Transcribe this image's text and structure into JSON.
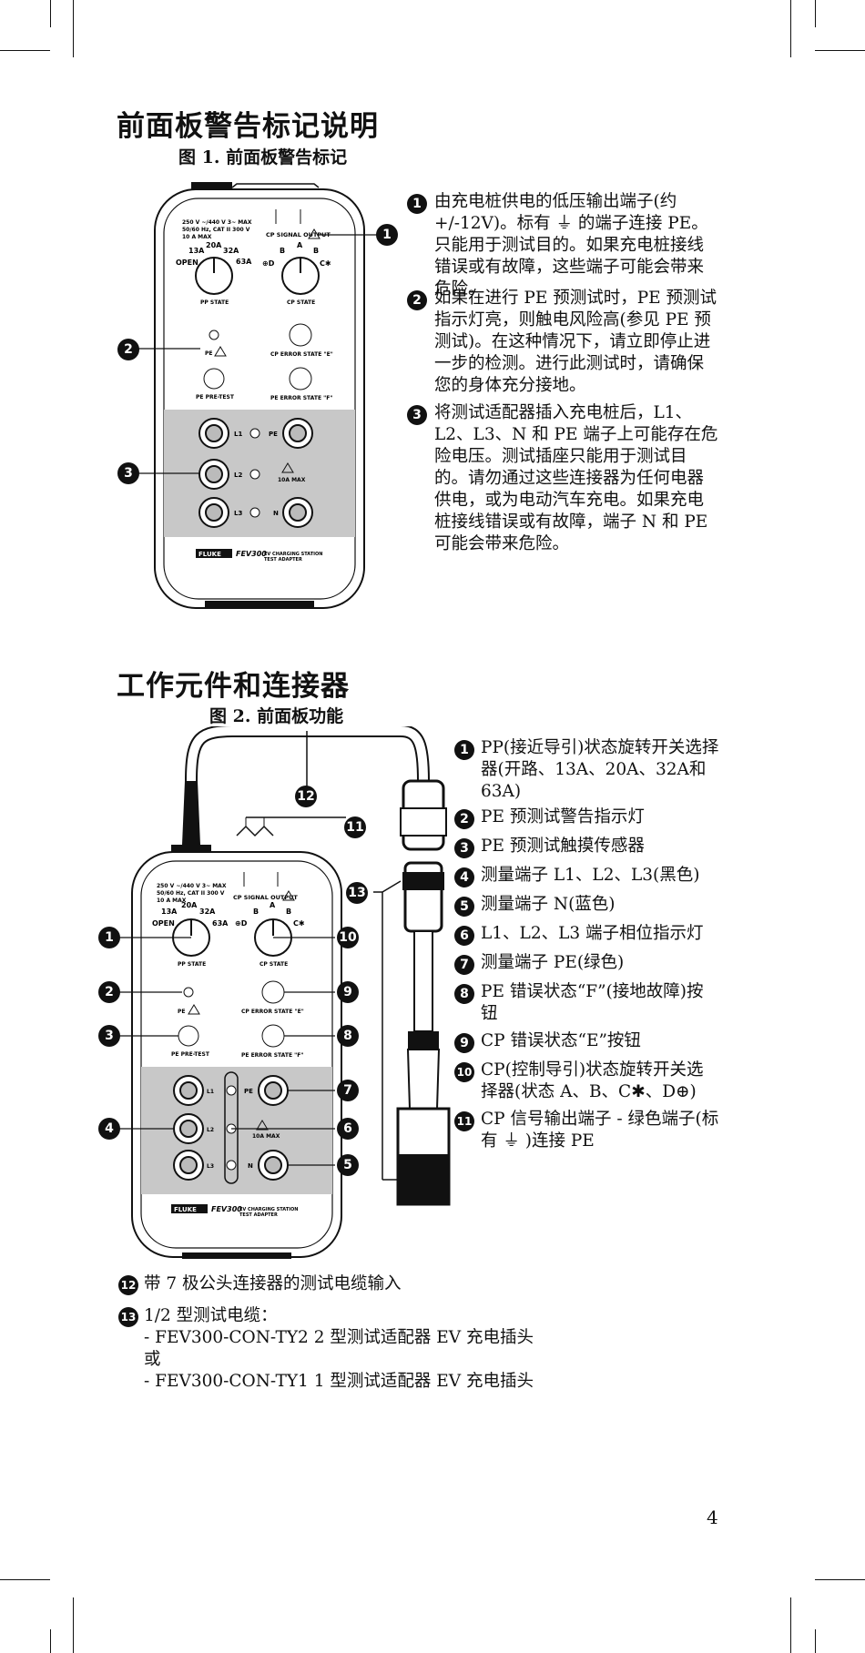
{
  "section1": {
    "title": "前面板警告标记说明",
    "figure_caption": "图 1. 前面板警告标记",
    "items": [
      {
        "num": "1",
        "text": "由充电桩供电的低压输出端子(约 +/-12V)。标有 ⏚ 的端子连接 PE。只能用于测试目的。如果充电桩接线错误或有故障，这些端子可能会带来危险。"
      },
      {
        "num": "2",
        "text": "如果在进行 PE 预测试时，PE 预测试指示灯亮，则触电风险高(参见 PE 预测试)。在这种情况下，请立即停止进一步的检测。进行此测试时，请确保您的身体充分接地。"
      },
      {
        "num": "3",
        "text": "将测试适配器插入充电桩后，L1、L2、L3、N 和 PE 端子上可能存在危险电压。测试插座只能用于测试目的。请勿通过这些连接器为任何电器供电，或为电动汽车充电。如果充电桩接线错误或有故障，端子 N 和 PE 可能会带来危险。"
      }
    ]
  },
  "section2": {
    "title": "工作元件和连接器",
    "figure_caption": "图 2. 前面板功能",
    "items": [
      {
        "num": "1",
        "text": "PP(接近导引)状态旋转开关选择器(开路、13A、20A、32A和 63A)"
      },
      {
        "num": "2",
        "text": "PE 预测试警告指示灯"
      },
      {
        "num": "3",
        "text": "PE 预测试触摸传感器"
      },
      {
        "num": "4",
        "text": "测量端子 L1、L2、L3(黑色)"
      },
      {
        "num": "5",
        "text": "测量端子 N(蓝色)"
      },
      {
        "num": "6",
        "text": "L1、L2、L3 端子相位指示灯"
      },
      {
        "num": "7",
        "text": "测量端子 PE(绿色)"
      },
      {
        "num": "8",
        "text": "PE 错误状态“F”(接地故障)按钮"
      },
      {
        "num": "9",
        "text": "CP 错误状态“E”按钮"
      },
      {
        "num": "10",
        "text": "CP(控制导引)状态旋转开关选择器(状态 A、B、C✱、D⊕)"
      },
      {
        "num": "11",
        "text": "CP 信号输出端子 - 绿色端子(标有 ⏚ )连接 PE"
      }
    ],
    "extra": [
      {
        "num": "12",
        "text": "带 7 极公头连接器的测试电缆输入"
      },
      {
        "num": "13",
        "lines": [
          "1/2 型测试电缆：",
          "- FEV300-CON-TY2 2 型测试适配器 EV 充电插头",
          "或",
          "- FEV300-CON-TY1 1 型测试适配器 EV 充电插头"
        ]
      }
    ]
  },
  "device": {
    "voltage_label": "250 V ~/440 V 3~ MAX",
    "freq_label": "50/60 Hz, CAT II 300 V",
    "current_label": "10 A MAX",
    "cp_output": "CP SIGNAL OUTPUT",
    "pp_positions": [
      "OPEN",
      "13A",
      "20A",
      "32A",
      "63A"
    ],
    "pp_state": "PP STATE",
    "cp_positions": [
      "B",
      "A",
      "B",
      "C✱",
      "⊕D"
    ],
    "cp_state": "CP STATE",
    "pe": "PE",
    "cp_error": "CP ERROR STATE \"E\"",
    "pe_pretest": "PE PRE-TEST",
    "pe_error": "PE ERROR STATE \"F\"",
    "l1": "L1",
    "l2": "L2",
    "l3": "L3",
    "n": "N",
    "max": "10A MAX",
    "brand": "FLUKE",
    "model": "FEV300",
    "model_desc": "EV CHARGING STATION TEST ADAPTER"
  },
  "page_number": "4"
}
